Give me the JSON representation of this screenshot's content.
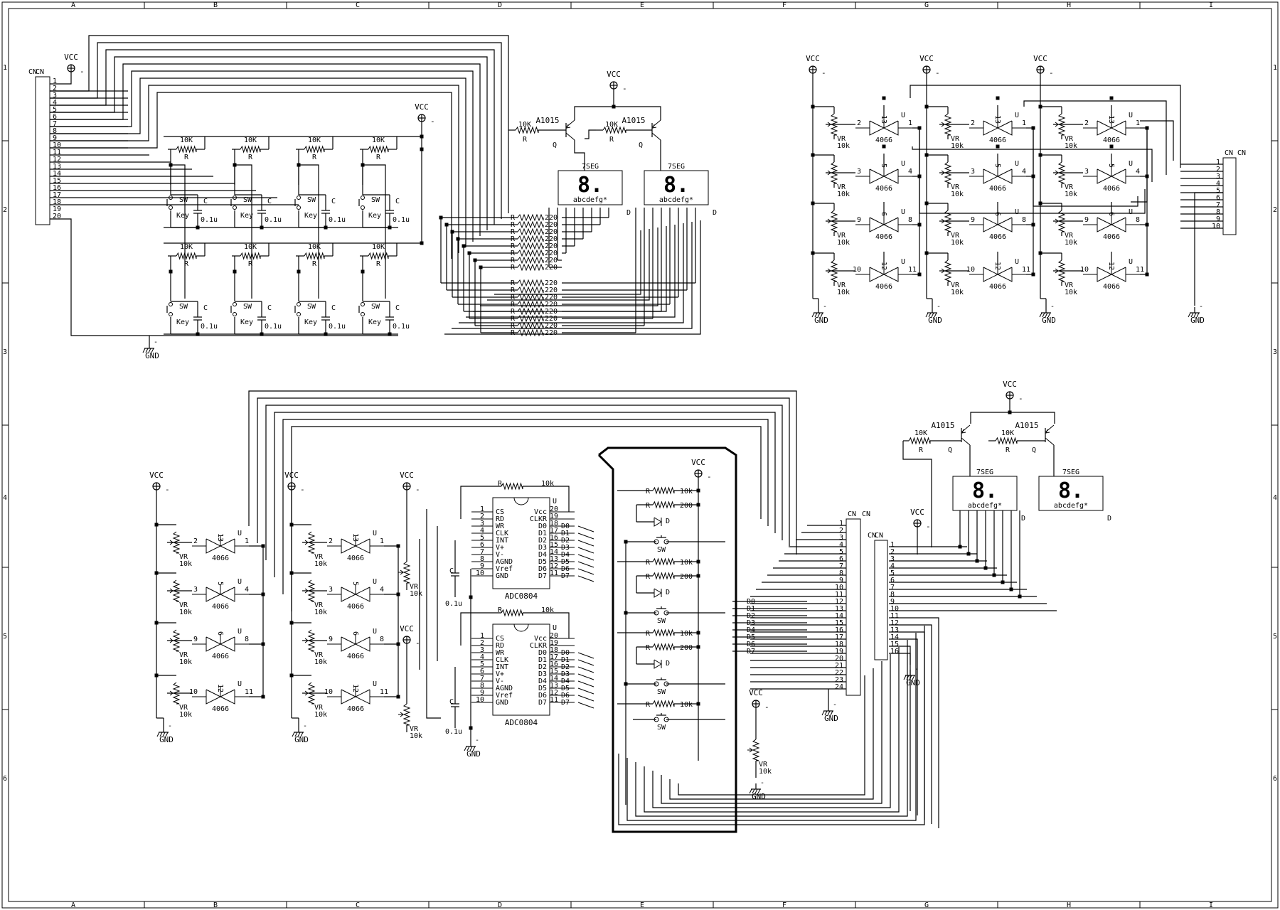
{
  "frame": {
    "columns": [
      "A",
      "B",
      "C",
      "D",
      "E",
      "F",
      "G",
      "H",
      "I"
    ],
    "rows": [
      "1",
      "2",
      "3",
      "4",
      "5",
      "6"
    ]
  },
  "labels": {
    "vcc": "VCC",
    "gnd": "GND",
    "cn": "CN",
    "res_10k": "10K",
    "res_r": "R",
    "res_220": "220",
    "res_200": "200",
    "res_10k_lc": "10k",
    "cap_c": "C",
    "cap_val": "0.1u",
    "sw": "SW",
    "key": "Key",
    "transistor": "A1015",
    "q": "Q",
    "seg_name": "7SEG",
    "seg_glyph": "8.",
    "seg_pins": "abcdefg*",
    "seg_d": "D",
    "vr": "VR",
    "vr_val": "10k",
    "u": "U",
    "ic_4066": "4066",
    "led_d": "D",
    "minus": "-"
  },
  "adc": {
    "name": "ADC0804",
    "left_pins": [
      "CS",
      "RD",
      "WR",
      "CLK",
      "INT",
      "V+",
      "V-",
      "AGND",
      "Vref",
      "GND"
    ],
    "left_nums": [
      "1",
      "2",
      "3",
      "4",
      "5",
      "6",
      "7",
      "8",
      "9",
      "10"
    ],
    "right_pins": [
      "Vcc",
      "CLKR",
      "D0",
      "D1",
      "D2",
      "D3",
      "D4",
      "D5",
      "D6",
      "D7"
    ],
    "right_nums": [
      "20",
      "19",
      "18",
      "17",
      "16",
      "15",
      "14",
      "13",
      "12",
      "11"
    ],
    "data_labels": [
      "D0",
      "D1",
      "D2",
      "D3",
      "D4",
      "D5",
      "D6",
      "D7"
    ]
  },
  "connectors": {
    "cn20": [
      "1",
      "2",
      "3",
      "4",
      "5",
      "6",
      "7",
      "8",
      "9",
      "10",
      "11",
      "12",
      "13",
      "14",
      "15",
      "16",
      "17",
      "18",
      "19",
      "20"
    ],
    "cn24": [
      "1",
      "2",
      "3",
      "4",
      "5",
      "6",
      "7",
      "8",
      "9",
      "10",
      "11",
      "12",
      "13",
      "14",
      "15",
      "16",
      "17",
      "18",
      "19",
      "20",
      "21",
      "22",
      "23",
      "24"
    ],
    "cn16": [
      "1",
      "2",
      "3",
      "4",
      "5",
      "6",
      "7",
      "8",
      "9",
      "10",
      "11",
      "12",
      "13",
      "14",
      "15",
      "16"
    ],
    "cn10": [
      "1",
      "2",
      "3",
      "4",
      "5",
      "6",
      "7",
      "8",
      "9",
      "10"
    ]
  },
  "switch_pins": [
    {
      "in": "2",
      "ctl": "13",
      "out": "1"
    },
    {
      "in": "3",
      "ctl": "5",
      "out": "4"
    },
    {
      "in": "9",
      "ctl": "6",
      "out": "8"
    },
    {
      "in": "10",
      "ctl": "12",
      "out": "11"
    }
  ]
}
